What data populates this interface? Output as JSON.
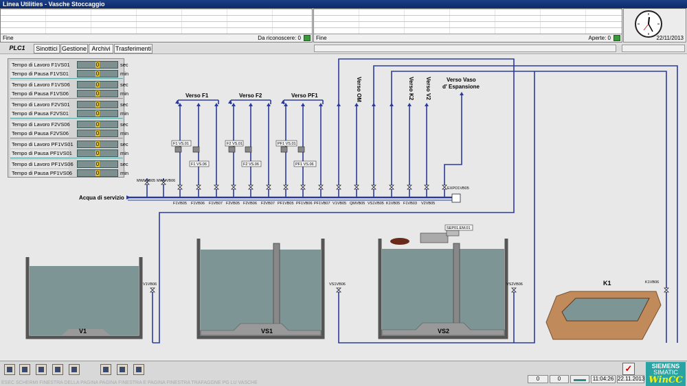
{
  "window": {
    "title": "Linea Utilities - Vasche Stoccaggio"
  },
  "alarm_left": {
    "status_left": "Fine",
    "status_right": "Da riconoscere: 0"
  },
  "alarm_right": {
    "status_left": "Fine",
    "status_right": "Aperte: 0"
  },
  "clock": {
    "date": "22/11/2013"
  },
  "tabs": {
    "plc": "PLC1",
    "items": [
      "Sinottici",
      "Gestione",
      "Archivi",
      "Trasferimenti"
    ]
  },
  "params": [
    {
      "label": "Tempo di Lavoro F1VS01",
      "value": "0",
      "unit": "sec"
    },
    {
      "label": "Tempo di Pausa F1VS01",
      "value": "0",
      "unit": "min"
    },
    {
      "label": "Tempo di Lavoro F1VS06",
      "value": "0",
      "unit": "sec"
    },
    {
      "label": "Tempo di Pausa F1VS06",
      "value": "0",
      "unit": "min"
    },
    {
      "label": "Tempo di Lavoro F2VS01",
      "value": "0",
      "unit": "sec"
    },
    {
      "label": "Tempo di Pausa F2VS01",
      "value": "0",
      "unit": "min"
    },
    {
      "label": "Tempo di Lavoro F2VS06",
      "value": "0",
      "unit": "sec"
    },
    {
      "label": "Tempo di Pausa F2VS06",
      "value": "0",
      "unit": "min"
    },
    {
      "label": "Tempo di Lavoro PF1VS01",
      "value": "0",
      "unit": "sec"
    },
    {
      "label": "Tempo di Pausa PF1VS01",
      "value": "0",
      "unit": "min"
    },
    {
      "label": "Tempo di Lavoro PF1VS06",
      "value": "0",
      "unit": "sec"
    },
    {
      "label": "Tempo di Pausa PF1VS06",
      "value": "0",
      "unit": "min"
    }
  ],
  "process": {
    "header_labels": {
      "verso_f1": "Verso F1",
      "verso_f2": "Verso F2",
      "verso_pf1": "Verso PF1",
      "verso_om": "Verso OM",
      "verso_k2": "Verso K2",
      "verso_v2": "Verso V2",
      "verso_vaso_1": "Verso Vaso",
      "verso_vaso_2": "d' Espansione"
    },
    "acqua": "Acqua di servizio",
    "top_valves": [
      "MWUVB05",
      "MWUVB06"
    ],
    "valve_labels": [
      "F1VB05",
      "F1VB06",
      "F1VB07",
      "F2VB05",
      "F2VB06",
      "F2VB07",
      "PF1VB05",
      "PF1VB06",
      "PF1VB07",
      "V1VB05",
      "QMVB05",
      "VS1VB05",
      "K1VB05",
      "F1VB03",
      "V2VB05"
    ],
    "expo": "EXPO1VB05",
    "pump_tags": [
      "F1 VS.01",
      "F1 VS.06",
      "F2 VS.01",
      "F2 VS.06",
      "PF1 VS.01",
      "PF1 VS.06"
    ],
    "sep_tag": "SEP01.EM.01",
    "tank_valves": {
      "v1": "V1VB06",
      "vs1": "VS1VB06",
      "vs2": "VS2VB06",
      "k1": "K1VB06"
    },
    "tanks": {
      "v1": "V1",
      "vs1": "VS1",
      "vs2": "VS2",
      "k1": "K1"
    }
  },
  "statusbar": {
    "text": "ESEC SCHERMI FINESTRA DELLA PAGINA PAGINA FINESTRA E PAGINA FINESTRA TRAFAGGNE PG LU VASCHE",
    "count1": "0",
    "count2": "0",
    "time": "11:04:26",
    "date": "22.11.2013"
  },
  "brand": {
    "line1": "SIEMENS",
    "line2": "SIMATIC",
    "line3": "WinCC"
  },
  "colors": {
    "title_bg": "#0b2a6a",
    "pipe": "#2a3a9a",
    "water": "#7d9595",
    "brand": "#29a3a3"
  }
}
